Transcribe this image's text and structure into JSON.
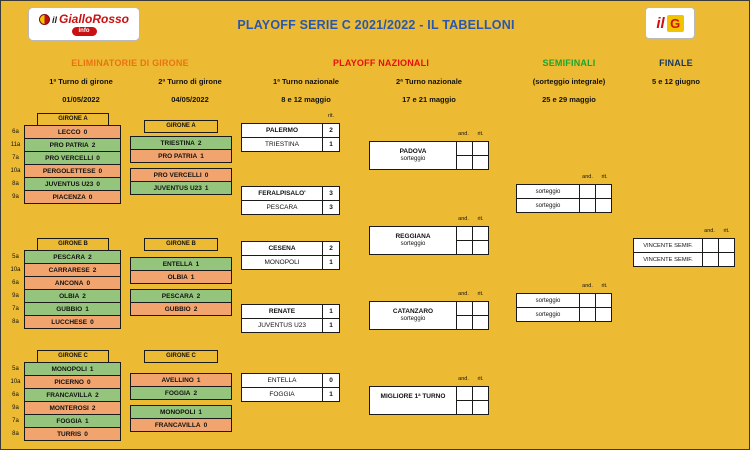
{
  "header": {
    "title": "PLAYOFF SERIE C 2021/2022 - IL TABELLONI",
    "logo": {
      "il": "il",
      "name": "GialloRosso",
      "info": "info"
    },
    "right_logo": {
      "il": "il",
      "g": "G"
    }
  },
  "phases": {
    "eliminatorie": {
      "title": "ELIMINATORIE DI GIRONE",
      "r1_label": "1ª Turno di girone",
      "r1_date": "01/05/2022",
      "r2_label": "2ª Turno di girone",
      "r2_date": "04/05/2022"
    },
    "nazionali": {
      "title": "PLAYOFF NAZIONALI",
      "r1_label": "1ª Turno nazionale",
      "r1_date": "8 e 12 maggio",
      "r2_label": "2ª Turno nazionale",
      "r2_date": "17 e 21 maggio"
    },
    "semifinali": {
      "title": "SEMIFINALI",
      "note": "(sorteggio integrale)",
      "date": "25 e 29 maggio"
    },
    "finale": {
      "title": "FINALE",
      "date": "5 e 12 giugno"
    }
  },
  "labels": {
    "and": "and.",
    "rit": "rit.",
    "sorteggio": "sorteggio",
    "vincente": "VINCENTE SEMIF."
  },
  "giro1": [
    {
      "girone": "GIRONE A",
      "rows": [
        {
          "seed": "6a",
          "team": "LECCO",
          "score": "0",
          "cls": "l"
        },
        {
          "seed": "11a",
          "team": "PRO PATRIA",
          "score": "2",
          "cls": "w"
        },
        {
          "seed": "7a",
          "team": "PRO VERCELLI",
          "score": "0",
          "cls": "w"
        },
        {
          "seed": "10a",
          "team": "PERGOLETTESE",
          "score": "0",
          "cls": "l"
        },
        {
          "seed": "8a",
          "team": "JUVENTUS U23",
          "score": "0",
          "cls": "w"
        },
        {
          "seed": "9a",
          "team": "PIACENZA",
          "score": "0",
          "cls": "l"
        }
      ]
    },
    {
      "girone": "GIRONE B",
      "rows": [
        {
          "seed": "5a",
          "team": "PESCARA",
          "score": "2",
          "cls": "w"
        },
        {
          "seed": "10a",
          "team": "CARRARESE",
          "score": "2",
          "cls": "l"
        },
        {
          "seed": "6a",
          "team": "ANCONA",
          "score": "0",
          "cls": "l"
        },
        {
          "seed": "9a",
          "team": "OLBIA",
          "score": "2",
          "cls": "w"
        },
        {
          "seed": "7a",
          "team": "GUBBIO",
          "score": "1",
          "cls": "w"
        },
        {
          "seed": "8a",
          "team": "LUCCHESE",
          "score": "0",
          "cls": "l"
        }
      ]
    },
    {
      "girone": "GIRONE C",
      "rows": [
        {
          "seed": "5a",
          "team": "MONOPOLI",
          "score": "1",
          "cls": "w"
        },
        {
          "seed": "10a",
          "team": "PICERNO",
          "score": "0",
          "cls": "l"
        },
        {
          "seed": "6a",
          "team": "FRANCAVILLA",
          "score": "2",
          "cls": "w"
        },
        {
          "seed": "9a",
          "team": "MONTEROSI",
          "score": "2",
          "cls": "l"
        },
        {
          "seed": "7a",
          "team": "FOGGIA",
          "score": "1",
          "cls": "w"
        },
        {
          "seed": "8a",
          "team": "TURRIS",
          "score": "0",
          "cls": "l"
        }
      ]
    }
  ],
  "giro2": [
    {
      "girone": "GIRONE A",
      "matches": [
        [
          {
            "team": "TRIESTINA",
            "score": "2",
            "cls": "w"
          },
          {
            "team": "PRO PATRIA",
            "score": "1",
            "cls": "l"
          }
        ],
        [
          {
            "team": "PRO VERCELLI",
            "score": "0",
            "cls": "l"
          },
          {
            "team": "JUVENTUS U23",
            "score": "1",
            "cls": "w"
          }
        ]
      ]
    },
    {
      "girone": "GIRONE B",
      "matches": [
        [
          {
            "team": "ENTELLA",
            "score": "1",
            "cls": "w"
          },
          {
            "team": "OLBIA",
            "score": "1",
            "cls": "l"
          }
        ],
        [
          {
            "team": "PESCARA",
            "score": "2",
            "cls": "w"
          },
          {
            "team": "GUBBIO",
            "score": "2",
            "cls": "l"
          }
        ]
      ]
    },
    {
      "girone": "GIRONE C",
      "matches": [
        [
          {
            "team": "AVELLINO",
            "score": "1",
            "cls": "l"
          },
          {
            "team": "FOGGIA",
            "score": "2",
            "cls": "w"
          }
        ],
        [
          {
            "team": "MONOPOLI",
            "score": "1",
            "cls": "w"
          },
          {
            "team": "FRANCAVILLA",
            "score": "0",
            "cls": "l"
          }
        ]
      ]
    }
  ],
  "naz1": [
    [
      {
        "team": "PALERMO",
        "score": "2",
        "cls": "seeded"
      },
      {
        "team": "TRIESTINA",
        "score": "1",
        "cls": ""
      }
    ],
    [
      {
        "team": "FERALPISALO'",
        "score": "3",
        "cls": "seeded"
      },
      {
        "team": "PESCARA",
        "score": "3",
        "cls": ""
      }
    ],
    [
      {
        "team": "CESENA",
        "score": "2",
        "cls": "seeded"
      },
      {
        "team": "MONOPOLI",
        "score": "1",
        "cls": ""
      }
    ],
    [
      {
        "team": "RENATE",
        "score": "1",
        "cls": "seeded"
      },
      {
        "team": "JUVENTUS U23",
        "score": "1",
        "cls": ""
      }
    ],
    [
      {
        "team": "ENTELLA",
        "score": "0",
        "cls": ""
      },
      {
        "team": "FOGGIA",
        "score": "1",
        "cls": ""
      }
    ]
  ],
  "naz2": [
    {
      "team": "PADOVA",
      "sub": "sorteggio"
    },
    {
      "team": "REGGIANA",
      "sub": "sorteggio"
    },
    {
      "team": "CATANZARO",
      "sub": "sorteggio"
    },
    {
      "team": "MIGLIORE 1ª TURNO",
      "sub": ""
    }
  ]
}
